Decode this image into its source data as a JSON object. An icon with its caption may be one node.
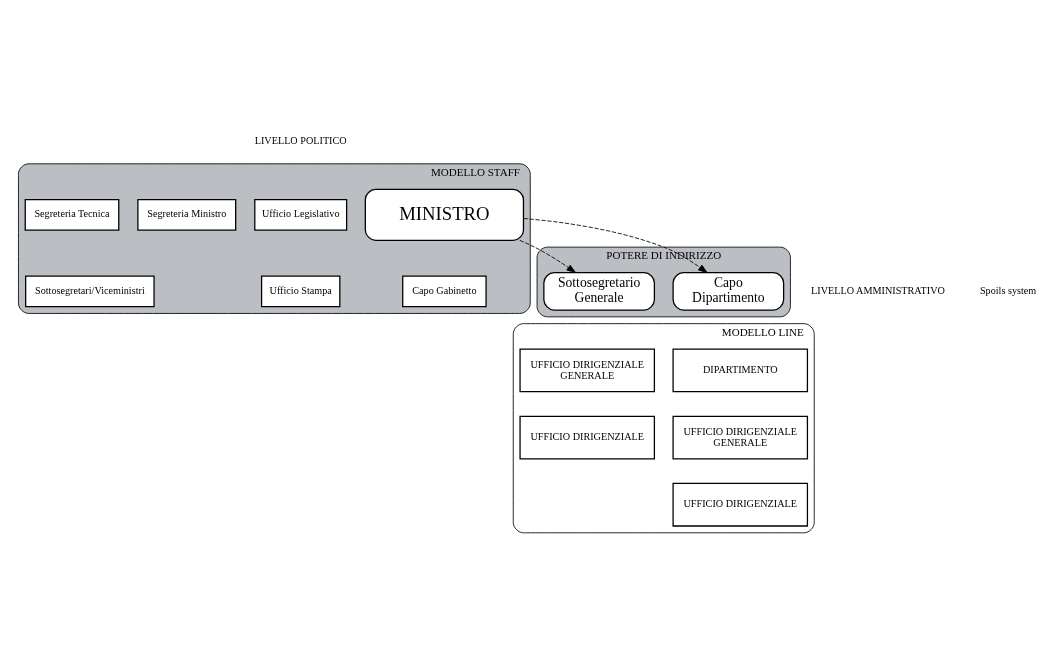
{
  "diagram": {
    "nodes": [
      {
        "text": [
          "MODELLO STAFF"
        ]
      },
      {
        "text": [
          "MINISTRO"
        ],
        "in": 0
      },
      {
        "text": [
          "Ufficio Legislativo"
        ],
        "in": 0
      },
      {
        "text": [
          "Ufficio Stampa"
        ],
        "in": 0
      },
      {
        "text": [
          "Segreteria Ministro"
        ],
        "in": 0
      },
      {
        "text": [
          "Capo Gabinetto"
        ],
        "in": 0
      },
      {
        "text": [
          "Segreteria Tecnica"
        ],
        "in": 0
      },
      {
        "text": [
          "Sottosegretari/Viceministri"
        ],
        "in": 0
      },
      {
        "text": [
          "POTERE DI INDIRIZZO"
        ]
      },
      {
        "text": [
          "Capo Dipartimento"
        ],
        "in": 8
      },
      {
        "text": [
          "Sottosegretario Generale"
        ],
        "in": 8
      },
      {
        "text": [
          "MODELLO LINE"
        ]
      },
      {
        "text": [
          "DIPARTIMENTO"
        ],
        "in": 11
      },
      {
        "text": [
          "UFFICIO DIRIGENZIALE GENERALE"
        ],
        "in": 11
      },
      {
        "text": [
          "UFFICIO DIRIGENZIALE"
        ],
        "in": 11
      },
      {
        "text": [
          "UFFICIO DIRIGENZIALE GENERALE"
        ],
        "in": 11
      },
      {
        "text": [
          "UFFICIO DIRIGENZIALE"
        ],
        "in": 11
      }
    ],
    "edges": [
      {
        "from": 1,
        "to": 9,
        "arrow": "to",
        "style": "dashed"
      },
      {
        "from": 1,
        "to": 10,
        "arrow": "to",
        "style": "dashed"
      }
    ],
    "labels": [
      "LIVELLO POLITICO",
      "LIVELLO AMMINISTRATIVO",
      "Spoils system"
    ]
  }
}
